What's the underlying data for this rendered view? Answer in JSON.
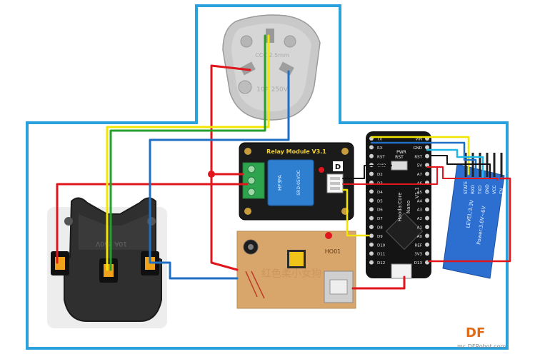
{
  "colors": {
    "enclosure": "#2aa0dc",
    "wire_red": "#e0161c",
    "wire_blue": "#1f6fc4",
    "wire_yellow": "#f2e600",
    "wire_green": "#27a02b",
    "wire_black": "#111111",
    "relay_board": "#1b1b1b",
    "relay_blue": "#2f7fd0",
    "pcb_tan": "#d8a66a",
    "nano_board": "#141414",
    "bt_board": "#2c6fd1"
  },
  "plug": {
    "top_text": "10A 250V",
    "mid_text": "CCC 2.5mm"
  },
  "relay": {
    "title": "Relay Module V3.1",
    "chip_text": "HF3FA",
    "chip_sub": "SRD-05VDC",
    "d_label": "D"
  },
  "socket": {
    "text": "10A 250V"
  },
  "psu": {
    "label": "HO01",
    "watermark": "红色柔小女狗"
  },
  "nano": {
    "name_lines": [
      "Haoda:Core",
      "Nano",
      "V1.1"
    ],
    "left_pins": [
      "TX",
      "RX",
      "RST",
      "GND",
      "D2",
      "D3",
      "D4",
      "D5",
      "D6",
      "D7",
      "D8",
      "D9",
      "D10",
      "D11",
      "D12"
    ],
    "right_pins": [
      "VIN",
      "GND",
      "RST",
      "5V",
      "A7",
      "A6",
      "A5",
      "A4",
      "A3",
      "A2",
      "A1",
      "A0",
      "REF",
      "3V3",
      "D13"
    ],
    "rst_label": "RST",
    "pwr_label": "PWR"
  },
  "bluetooth": {
    "pins": [
      "STATE",
      "RXD",
      "TXD",
      "GND",
      "VCC",
      "EN"
    ],
    "text1": "LEVEL:3.3V",
    "text2": "Power:3.6V~6V"
  },
  "logo": {
    "brand": "DF",
    "url": "mc.DFRobot.com"
  }
}
